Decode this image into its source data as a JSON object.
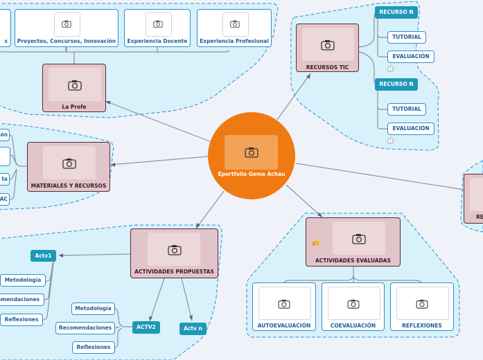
{
  "center": {
    "label": "Eportfolio Gema Achau",
    "icon": "camera-icon"
  },
  "la_profe": {
    "label": "La Profe",
    "children": [
      "s",
      "Proyectos, Concursos, Innovación",
      "Experiencia Docente",
      "Experiencia Profesional"
    ]
  },
  "recursos_tic": {
    "label": "RECURSOS TIC",
    "groups": [
      {
        "label": "RECURSO N",
        "items": [
          "TUTORIAL",
          "EVALUACIÓN"
        ]
      },
      {
        "label": "RECURSO N",
        "items": [
          "TUTORIAL",
          "EVALUACIÓN"
        ]
      }
    ]
  },
  "materiales": {
    "label": "MATERIALES Y RECURSOS",
    "children": [
      "ión",
      "",
      "ta",
      "AC"
    ]
  },
  "actividades_propuestas": {
    "label": "ACTIVIDADES PROPUESTAS",
    "actv1": {
      "label": "Actv1",
      "items": [
        "Metodología",
        "omendaciones",
        "Reflexiones"
      ]
    },
    "actv2": {
      "label": "ACTV2",
      "items": [
        "Metodología",
        "Recomendaciones",
        "Reflexiones"
      ]
    },
    "actvn": {
      "label": "Actv n"
    }
  },
  "actividades_evaluadas": {
    "label": "ACTIVIDADES EVALUADAS",
    "children": [
      "AUTOEVALUACIÓN",
      "COEVALUACIÓN",
      "REFLEXIONES"
    ]
  },
  "right_edge": {
    "label": "RE"
  },
  "colors": {
    "center": "#f07a12",
    "pink_node": "#e2c5cb",
    "teal": "#1f98b8",
    "link": "#1d5ea4",
    "region": "#d7f1fb"
  }
}
